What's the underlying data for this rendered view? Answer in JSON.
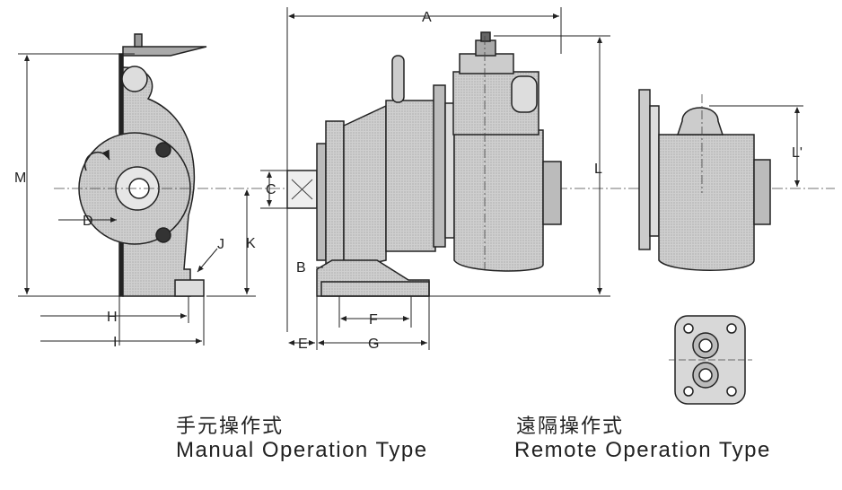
{
  "captions": {
    "manual_jp": "手元操作式",
    "manual_en": "Manual Operation Type",
    "remote_jp": "遠隔操作式",
    "remote_en": "Remote Operation Type"
  },
  "dimensions": {
    "A": "A",
    "B": "B",
    "C": "C",
    "D": "D",
    "E": "E",
    "F": "F",
    "G": "G",
    "H": "H",
    "I": "I",
    "J": "J",
    "K": "K",
    "L": "L",
    "L_prime": "L'",
    "M": "M"
  },
  "colors": {
    "ink": "#222222",
    "body": "#c8c8c8",
    "body_light": "#dedede",
    "dark": "#3a3a3a"
  }
}
